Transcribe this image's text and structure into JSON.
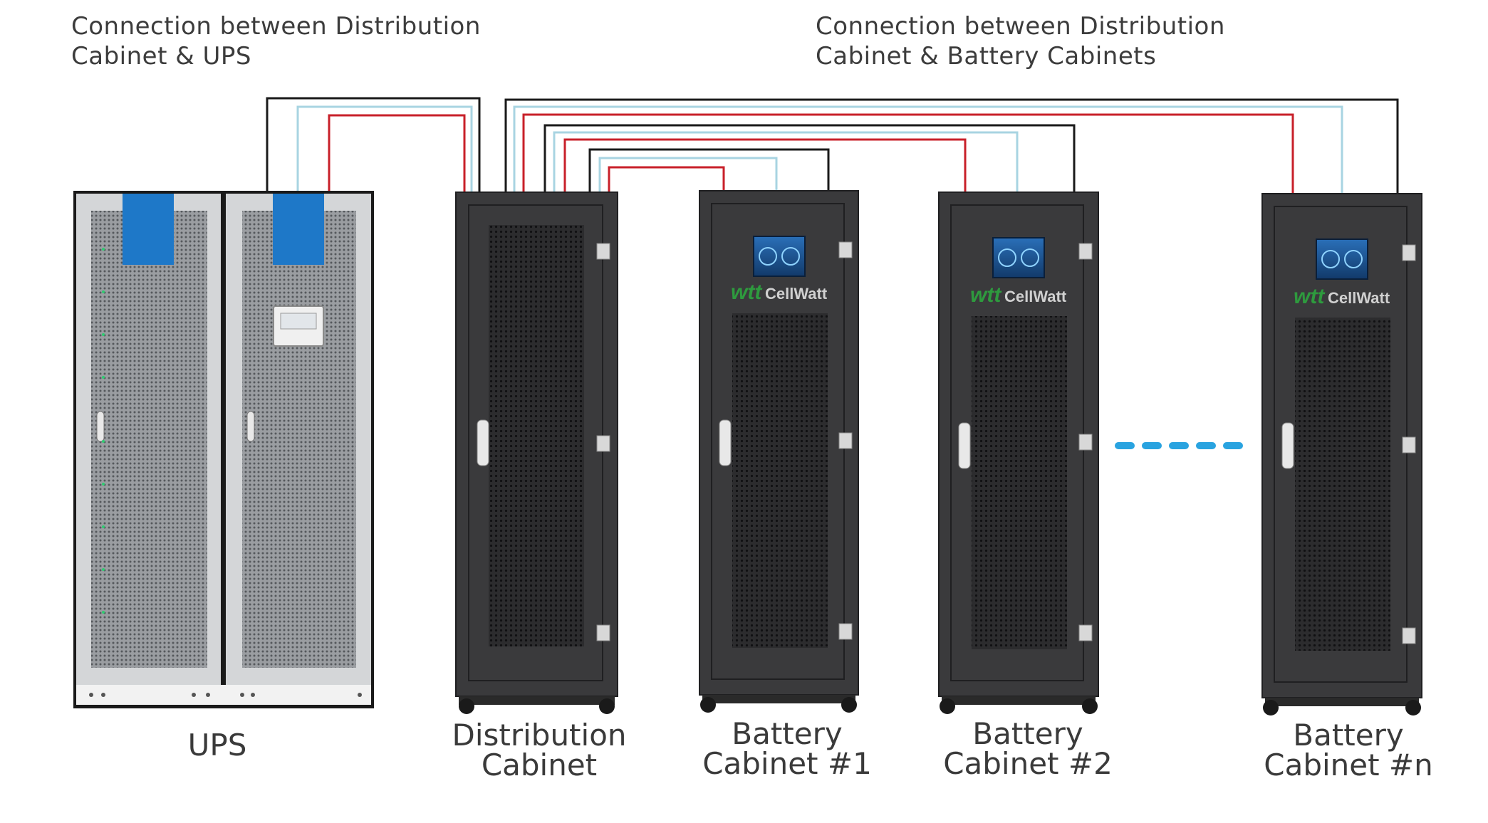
{
  "headings": {
    "left": {
      "line1": "Connection between Distribution",
      "line2": "Cabinet & UPS"
    },
    "right": {
      "line1": "Connection between Distribution",
      "line2": "Cabinet & Battery Cabinets"
    }
  },
  "labels": {
    "ups": "UPS",
    "distribution": {
      "line1": "Distribution",
      "line2": "Cabinet"
    },
    "battery1": {
      "line1": "Battery",
      "line2": "Cabinet #1"
    },
    "battery2": {
      "line1": "Battery",
      "line2": "Cabinet #2"
    },
    "batteryn": {
      "line1": "Battery",
      "line2": "Cabinet #n"
    }
  },
  "brand": {
    "logo_mark": "wtt",
    "logo_text": "CellWatt"
  },
  "cable_colors": {
    "black": "#1a1a1a",
    "light_blue": "#a8d4e2",
    "red": "#c8202a"
  },
  "colors": {
    "cabinet": "#3a3a3c",
    "cabinet_edge": "#1f1f21",
    "ups_body": "#c9cbcd",
    "ups_blue": "#1e78c8",
    "ellipsis": "#29a3e0",
    "logo_green": "#2e9a3e"
  }
}
